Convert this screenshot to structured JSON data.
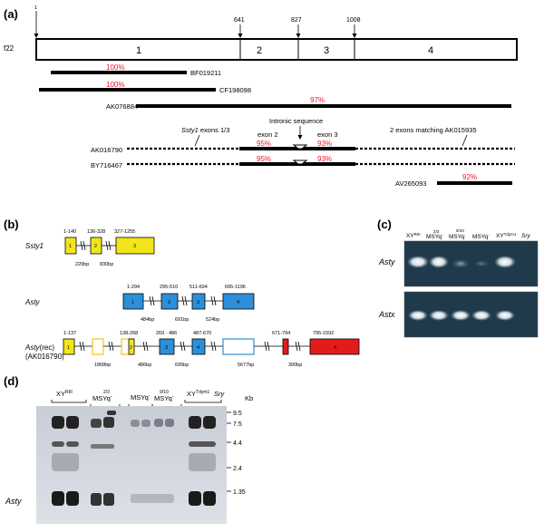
{
  "panel_a": {
    "label": "(a)",
    "clone": "f22",
    "positions": [
      "1",
      "641",
      "827",
      "1008"
    ],
    "exons": [
      "1",
      "2",
      "3",
      "4"
    ],
    "matches": [
      {
        "name": "BF019211",
        "pct": "100%"
      },
      {
        "name": "CF198098",
        "pct": "100%"
      },
      {
        "name": "AK076884",
        "pct": "97%"
      },
      {
        "name": "AK016790",
        "pct_a": "95%",
        "pct_b": "93%"
      },
      {
        "name": "BY716467",
        "pct_a": "95%",
        "pct_b": "93%"
      },
      {
        "name": "AV265093",
        "pct": "92%"
      }
    ],
    "ssty1_label": "Ssty1",
    "ssty1_suffix": "exons 1/3",
    "intronic": "Intronic sequence",
    "exon2": "exon 2",
    "exon3": "exon 3",
    "two_exons": "2 exons matching AK015935"
  },
  "panel_b": {
    "label": "(b)",
    "ssty1": {
      "name": "Ssty1",
      "exon_ranges": [
        "1-140",
        "136-328",
        "327-1255"
      ],
      "exon_nums": [
        "1",
        "2",
        "3"
      ],
      "introns": [
        "220bp",
        "830bp"
      ]
    },
    "asty": {
      "name": "Asty",
      "exon_ranges": [
        "1-294",
        "295-510",
        "511-694",
        "695-1196"
      ],
      "exon_nums": [
        "1",
        "2",
        "3",
        "4"
      ],
      "introns": [
        "484bp",
        "691bp",
        "524bp"
      ]
    },
    "asty_rec": {
      "name": "Asty",
      "name_suffix": "(rec)",
      "accession": "(AK016790)",
      "exon_ranges": [
        "1-137",
        "138-268",
        "269 - 486",
        "487-670",
        "671-794",
        "795-1592"
      ],
      "exon_nums": [
        "1",
        "2",
        "3",
        "4",
        "4"
      ],
      "introns": [
        "1868bp",
        "486bp",
        "695bp",
        "5677bp",
        "300bp"
      ]
    }
  },
  "panel_c": {
    "label": "(c)",
    "lanes": [
      "XY",
      "MSYq",
      "MSYq",
      "MSYq",
      "XY"
    ],
    "lane_sups": [
      "RIII",
      "",
      "",
      "",
      "Tdym1"
    ],
    "lane_fracs": [
      "",
      "2/3",
      "9/10",
      "",
      ""
    ],
    "lane_minus": [
      "",
      "-",
      "-",
      "-",
      ""
    ],
    "sry": "Sry",
    "rows": [
      "Asty",
      "Astx"
    ]
  },
  "panel_d": {
    "label": "(d)",
    "lanes": [
      "XY",
      "MSYq",
      "MSYq",
      "MSYq",
      "XY"
    ],
    "lane_sups": [
      "RIII",
      "",
      "",
      "",
      "Tdym1"
    ],
    "lane_fracs": [
      "",
      "2/3",
      "",
      "9/10",
      ""
    ],
    "sry": "Sry",
    "kb_unit": "Kb",
    "kb_marks": [
      "9.5",
      "7.5",
      "4.4",
      "2.4",
      "1.35"
    ],
    "probe": "Asty"
  }
}
